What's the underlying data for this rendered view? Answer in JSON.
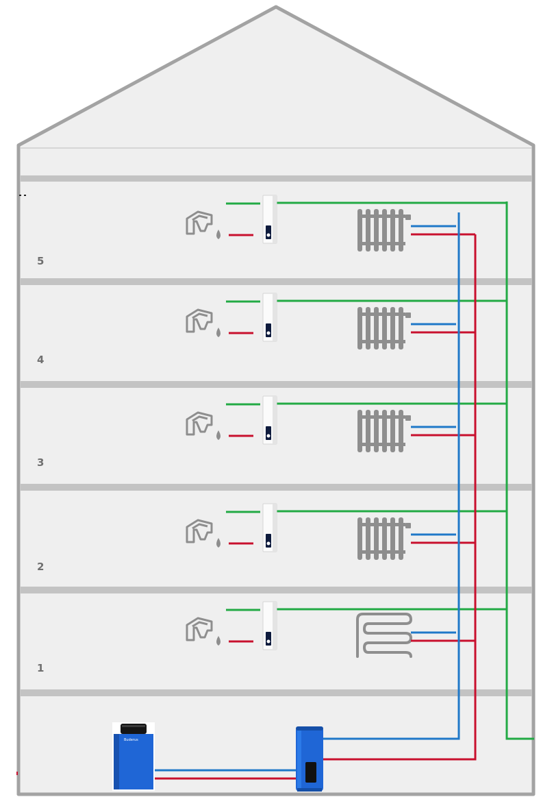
{
  "building": {
    "floors": [
      {
        "label": "5",
        "radiator": "radiator-icon"
      },
      {
        "label": "4",
        "radiator": "radiator-icon"
      },
      {
        "label": "3",
        "radiator": "radiator-icon"
      },
      {
        "label": "2",
        "radiator": "radiator-icon"
      },
      {
        "label": "1",
        "radiator": "floor-heating-coil-icon"
      }
    ]
  },
  "basement": {
    "boiler_brand": "Buderus"
  },
  "icons": {
    "tap": "tap-icon",
    "water_heater": "instant-water-heater-icon",
    "boiler": "boiler-icon",
    "storage_tank": "storage-tank-icon"
  },
  "colors": {
    "house_fill": "#efefef",
    "house_outline": "#a3a3a3",
    "floor_slab": "#c3c3c3",
    "fixture_gray": "#8e8e8e",
    "pipe_green": "#22aa44",
    "pipe_blue": "#1f78c8",
    "pipe_red": "#c8102e",
    "appliance_blue": "#1f66d6"
  }
}
